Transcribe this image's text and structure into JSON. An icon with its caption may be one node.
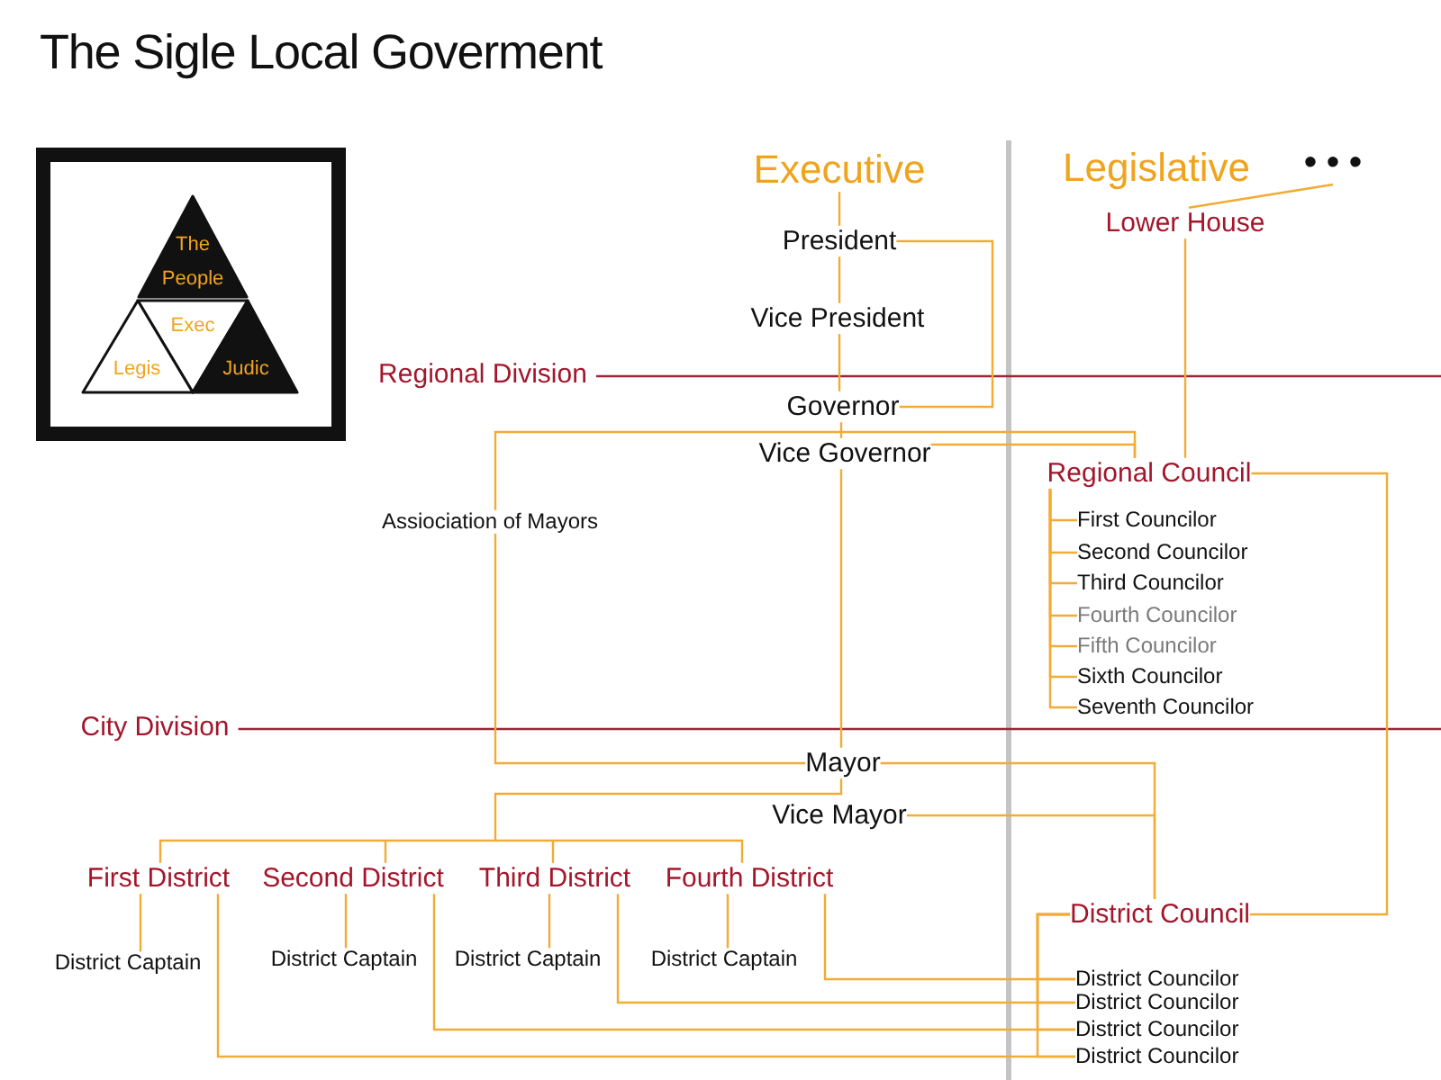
{
  "diagram": {
    "title": "The Sigle Local Goverment",
    "nodes": [
      {
        "text": [],
        "shape": "box"
      },
      {
        "text": [
          "The People"
        ],
        "in": 0
      },
      {
        "text": [
          "Exec"
        ],
        "in": 0
      },
      {
        "text": [
          "Legis"
        ],
        "in": 0
      },
      {
        "text": [
          "Judic"
        ],
        "in": 0
      },
      {
        "text": [
          "Executive"
        ]
      },
      {
        "text": [
          "• • •"
        ]
      },
      {
        "text": [
          "Lower House"
        ]
      },
      {
        "text": [
          "President"
        ]
      },
      {
        "text": [
          "Vice President"
        ]
      },
      {
        "text": [
          "Governor"
        ]
      },
      {
        "text": [
          "Vice Governor"
        ]
      },
      {
        "text": [
          "Regional Council"
        ]
      },
      {
        "text": [
          "First Councilor"
        ]
      },
      {
        "text": [
          "Second Councilor"
        ]
      },
      {
        "text": [
          "Third Councilor"
        ]
      },
      {
        "text": [
          "Fourth Councilor"
        ]
      },
      {
        "text": [
          "Fifth Councilor"
        ]
      },
      {
        "text": [
          "Sixth Councilor"
        ]
      },
      {
        "text": [
          "Seventh Councilor"
        ]
      },
      {
        "text": [
          "Mayor"
        ]
      },
      {
        "text": [
          "Vice Mayor"
        ]
      },
      {
        "text": [
          "First District"
        ]
      },
      {
        "text": [
          "Second District"
        ]
      },
      {
        "text": [
          "Third District"
        ]
      },
      {
        "text": [
          "Fourth District"
        ]
      },
      {
        "text": [
          "District Council"
        ]
      },
      {
        "text": [
          "District Captain"
        ]
      },
      {
        "text": [
          "District Captain"
        ]
      },
      {
        "text": [
          "District Captain"
        ]
      },
      {
        "text": [
          "District Captain"
        ]
      },
      {
        "text": [
          "District Councilor"
        ]
      },
      {
        "text": [
          "District Councilor"
        ]
      },
      {
        "text": [
          "District Councilor"
        ]
      },
      {
        "text": [
          "District Councilor"
        ]
      }
    ],
    "edges": [
      {
        "from": 5,
        "to": 8,
        "arrow": "none"
      },
      {
        "from": 8,
        "to": 9,
        "arrow": "none"
      },
      {
        "from": 9,
        "to": 10,
        "arrow": "none"
      },
      {
        "from": 10,
        "to": 11,
        "arrow": "none"
      },
      {
        "from": 11,
        "to": 20,
        "arrow": "none"
      },
      {
        "from": 8,
        "to": 10,
        "arrow": "none"
      },
      {
        "from": 6,
        "to": 7,
        "arrow": "none"
      },
      {
        "from": 7,
        "to": 12,
        "arrow": "none"
      },
      {
        "from": 11,
        "to": 12,
        "arrow": "none"
      },
      {
        "from": 20,
        "to": 12,
        "arrow": "none",
        "label": "Assiociation of Mayors"
      },
      {
        "from": 12,
        "to": 13,
        "arrow": "none"
      },
      {
        "from": 12,
        "to": 14,
        "arrow": "none"
      },
      {
        "from": 12,
        "to": 15,
        "arrow": "none"
      },
      {
        "from": 12,
        "to": 16,
        "arrow": "none"
      },
      {
        "from": 12,
        "to": 17,
        "arrow": "none"
      },
      {
        "from": 12,
        "to": 18,
        "arrow": "none"
      },
      {
        "from": 12,
        "to": 19,
        "arrow": "none"
      },
      {
        "from": 12,
        "to": 26,
        "arrow": "none"
      },
      {
        "from": 20,
        "to": 26,
        "arrow": "none"
      },
      {
        "from": 21,
        "to": 26,
        "arrow": "none"
      },
      {
        "from": 20,
        "to": 22,
        "arrow": "none"
      },
      {
        "from": 20,
        "to": 23,
        "arrow": "none"
      },
      {
        "from": 20,
        "to": 24,
        "arrow": "none"
      },
      {
        "from": 20,
        "to": 25,
        "arrow": "none"
      },
      {
        "from": 22,
        "to": 27,
        "arrow": "none"
      },
      {
        "from": 23,
        "to": 28,
        "arrow": "none"
      },
      {
        "from": 24,
        "to": 29,
        "arrow": "none"
      },
      {
        "from": 25,
        "to": 30,
        "arrow": "none"
      },
      {
        "from": 26,
        "to": 31,
        "arrow": "none"
      },
      {
        "from": 26,
        "to": 32,
        "arrow": "none"
      },
      {
        "from": 26,
        "to": 33,
        "arrow": "none"
      },
      {
        "from": 26,
        "to": 34,
        "arrow": "none"
      },
      {
        "from": 25,
        "to": 31,
        "arrow": "none"
      },
      {
        "from": 24,
        "to": 32,
        "arrow": "none"
      },
      {
        "from": 23,
        "to": 33,
        "arrow": "none"
      },
      {
        "from": 22,
        "to": 34,
        "arrow": "none"
      }
    ],
    "labels": [
      "Legislative",
      "Regional Division",
      "City Division"
    ]
  }
}
